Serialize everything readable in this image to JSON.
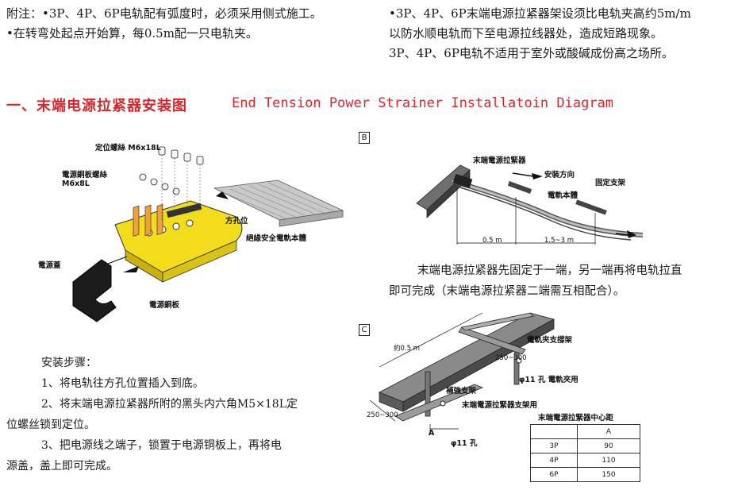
{
  "notes": {
    "left_line1": "附注：•3P、4P、6P电轨配有弧度时，必须采用侧式施工。",
    "left_line2": "•在转弯处起点开始算，每0.5m配一只电轨夹。",
    "right_line1": "•3P、4P、6P末端电源拉紧器架设须比电轨夹高约5m/m",
    "right_line2": "以防水顺电轨而下至电源拉线器处，造成短路现象。",
    "right_line3": "3P、4P、6P电轨不适用于室外或酸碱成份高之场所。"
  },
  "section_title": {
    "zh": "一、末端电源拉紧器安装图",
    "en": "End Tension Power Strainer Installatoin Diagram"
  },
  "diagram_a": {
    "label_screw": "定位螺絲 M6x18L",
    "label_plate_screw_1": "電源銅板螺絲",
    "label_plate_screw_2": "M6x8L",
    "label_square_hole": "方孔位",
    "label_rail_body": "絕緣安全電軌本體",
    "label_cover": "電源蓋",
    "label_copper_plate": "電源銅板",
    "yellow_color": "#f2dc1c",
    "black_color": "#1c1c1c"
  },
  "steps": {
    "title": "安装步骤：",
    "s1": "1、将电轨往方孔位置插入到底。",
    "s2a": "2、将末端电源拉紧器所附的黑头内六角M5×18L定",
    "s2b": "位螺丝锁到定位。",
    "s3a": "3、把电源线之端子，锁置于电源铜板上，再将电",
    "s3b": "源盖，盖上即可完成。"
  },
  "diagram_b": {
    "box": "B",
    "label_strainer": "末端電源拉緊器",
    "label_direction": "安裝方向",
    "label_fixed_bracket": "固定支架",
    "label_rail": "電軌本體",
    "dim_1": "0.5 m",
    "dim_2": "1.5~3 m"
  },
  "para_b": {
    "line1": "末端电源拉紧器先固定于一端，另一端再将电轨拉直",
    "line2": "即可完成（末端电源拉紧器二端需互相配合）。"
  },
  "diagram_c": {
    "box": "C",
    "label_about": "約0.5 m",
    "label_clamp_bracket": "電軌夾支撐架",
    "label_dim_250_300_top": "250~300",
    "label_hole_clamp": "φ11 孔 電軌夾用",
    "label_reinforce": "補強支架",
    "label_strainer_bracket": "末端電源拉緊器支架用",
    "label_dim_250_300_bottom": "250~300",
    "label_a": "A",
    "label_hole": "φ11 孔"
  },
  "spec_table": {
    "title": "末端電源拉緊器中心距",
    "header": [
      "",
      "A"
    ],
    "rows": [
      [
        "3P",
        "90"
      ],
      [
        "4P",
        "110"
      ],
      [
        "6P",
        "150"
      ]
    ]
  }
}
